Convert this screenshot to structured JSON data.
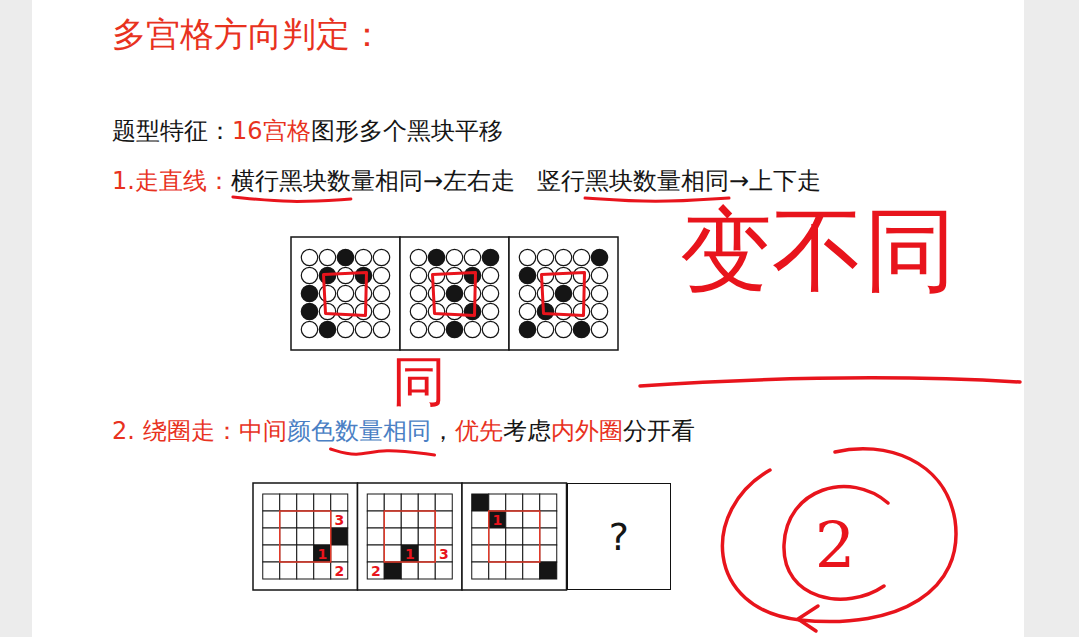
{
  "diagram": {
    "title": "多宫格方向判定：",
    "nodes": [
      {
        "text": [
          "?"
        ]
      }
    ],
    "labels": [
      "题型特征：",
      "16宫格",
      "图形多个黑块平移",
      "1.走直线：",
      "横行黑块数量相同→左右走",
      "竖行黑块数量相同→上下走",
      "2. 绕圈走：",
      "中间",
      "颜色数量相同",
      "，",
      "优先",
      "考虑",
      "内外圈",
      "分开看",
      "变不同",
      "同",
      "3",
      "1",
      "2",
      "2",
      "1",
      "3",
      "1",
      "2"
    ]
  }
}
